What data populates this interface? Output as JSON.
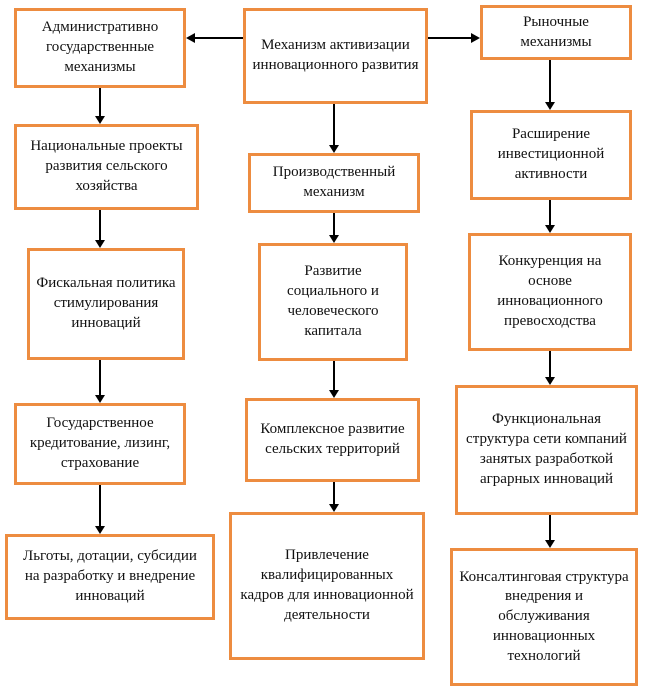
{
  "diagram": {
    "title": "Механизм активизации инновационного развития",
    "root": {
      "label": "Механизм активизации инновационного развития"
    },
    "columns": [
      {
        "id": "administrative-state",
        "nodes": [
          {
            "label": "Административно государственные механизмы"
          },
          {
            "label": "Национальные проекты развития сельского хозяйства"
          },
          {
            "label": "Фискальная политика стимулирования инноваций"
          },
          {
            "label": "Государственное кредитование, лизинг, страхование"
          },
          {
            "label": "Льготы, дотации, субсидии на разработку и внедрение инноваций"
          }
        ]
      },
      {
        "id": "production",
        "nodes": [
          {
            "label": "Производственный механизм"
          },
          {
            "label": "Развитие социального и человеческого капитала"
          },
          {
            "label": "Комплексное развитие сельских территорий"
          },
          {
            "label": "Привлечение квалифицированных кадров для инновационной деятельности"
          }
        ]
      },
      {
        "id": "market",
        "nodes": [
          {
            "label": "Рыночные механизмы"
          },
          {
            "label": "Расширение инвестиционной активности"
          },
          {
            "label": "Конкуренция на основе инновационного превосходства"
          },
          {
            "label": "Функциональная структура сети компаний занятых разработкой аграрных инноваций"
          },
          {
            "label": "Консалтинговая структура внедрения и обслуживания инновационных технологий"
          }
        ]
      }
    ],
    "colors": {
      "box_border": "#ED8C40",
      "arrow": "#000000",
      "background": "#FFFFFF"
    }
  }
}
